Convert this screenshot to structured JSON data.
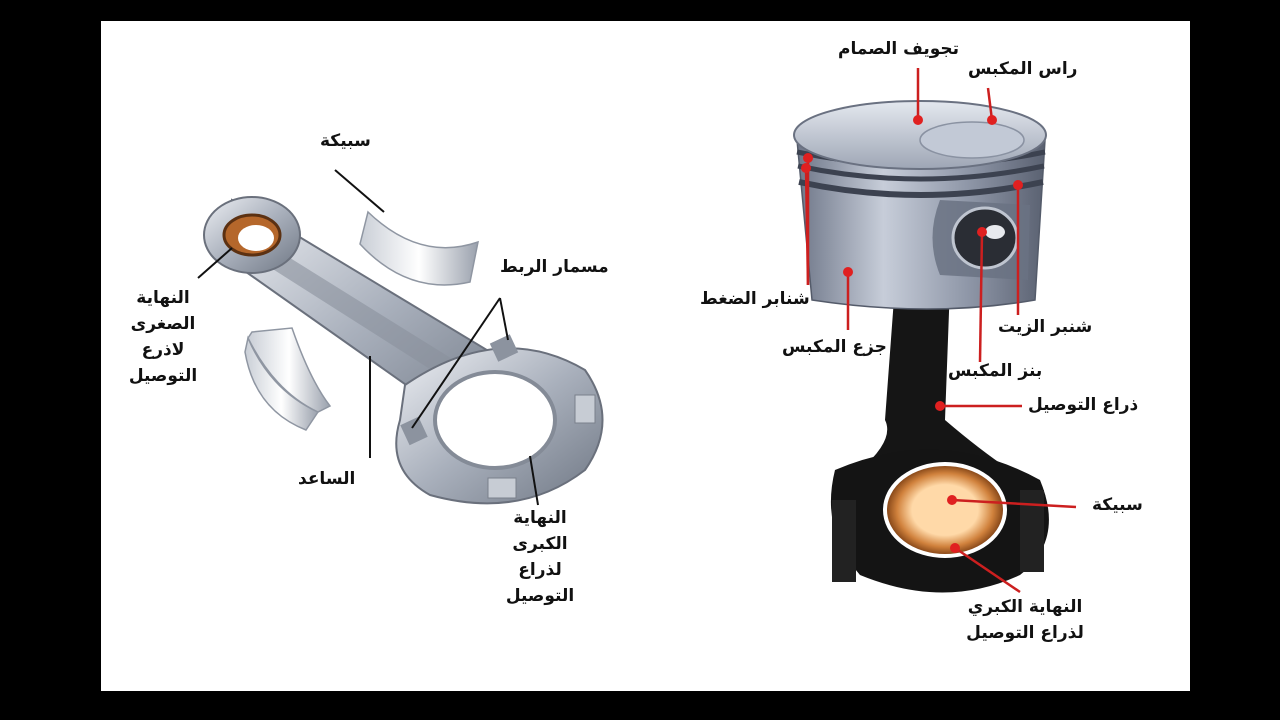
{
  "colors": {
    "background": "#000000",
    "panel": "#ffffff",
    "leader_left": "#111111",
    "leader_right": "#cc1f1f",
    "metal_light": "#d9dde4",
    "metal_dark": "#7d8593",
    "piston_body": "#9aa3b4",
    "rod_black": "#141414",
    "bronze": "#d0813c"
  },
  "left_diagram": {
    "labels": {
      "bearing_shell": "سبيكة",
      "small_end": "النهاية\nالصغرى\nلاذرع\nالتوصيل",
      "shank": "الساعد",
      "connecting_bolt": "مسمار الربط",
      "big_end": "النهاية\nالكبرى\nلذراع\nالتوصيل"
    }
  },
  "right_diagram": {
    "labels": {
      "valve_recess": "تجويف الصمام",
      "piston_crown": "راس المكبس",
      "compression_ring": "شنابر الضغط",
      "oil_ring": "شنبر الزيت",
      "piston_skirt": "جزع المكبس",
      "piston_pin": "بنز المكبس",
      "connecting_rod": "ذراع التوصيل",
      "bearing_shell": "سبيكة",
      "big_end": "النهاية الكبري\nلذراع التوصيل"
    }
  }
}
